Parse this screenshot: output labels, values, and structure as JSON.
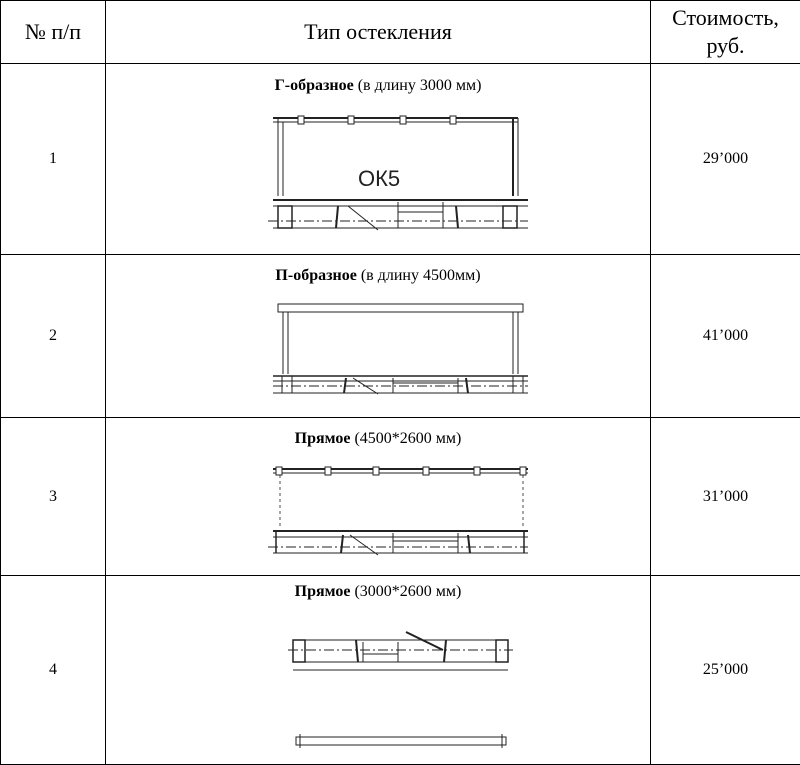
{
  "headers": {
    "number": "№ п/п",
    "type": "Тип остекления",
    "cost_line1": "Стоимость,",
    "cost_line2": "руб."
  },
  "rows": [
    {
      "number": "1",
      "type_bold": "Г-образное",
      "type_rest": " (в длину 3000 мм)",
      "drawing_label": "ОК5",
      "cost": "29’000"
    },
    {
      "number": "2",
      "type_bold": "П-образное",
      "type_rest": " (в длину 4500мм)",
      "cost": "41’000"
    },
    {
      "number": "3",
      "type_bold": "Прямое",
      "type_rest": " (4500*2600 мм)",
      "cost": "31’000"
    },
    {
      "number": "4",
      "type_bold": "Прямое",
      "type_rest": " (3000*2600 мм)",
      "cost": "25’000"
    }
  ]
}
